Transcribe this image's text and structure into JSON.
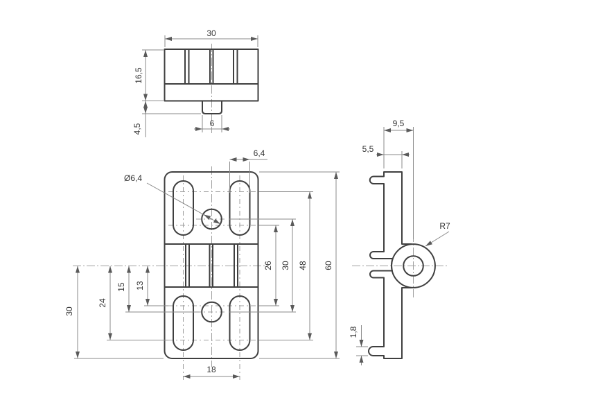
{
  "title": "bracket-three-view-technical-drawing",
  "labels": {
    "top_view": {
      "width": "30",
      "height": "16,5",
      "tab_height": "4,5",
      "tab_width": "6"
    },
    "front_view": {
      "slot_width": "6,4",
      "hole_diameter": "Ø6,4",
      "slot_inner_span": "26",
      "hole_span": "30",
      "slot_outer_span": "48",
      "total_height": "60",
      "half_slot_inner": "13",
      "half_hole": "15",
      "half_slot_outer": "24",
      "half_height": "30",
      "slot_spacing": "18"
    },
    "side_view": {
      "boss_center_offset": "9,5",
      "plate_thickness": "5,5",
      "boss_radius": "R7",
      "pin_thickness": "1,8"
    }
  },
  "colors": {
    "outline": "#3f3f3f",
    "dimension_line": "#8a8a8a",
    "centerline": "#9f9f9f",
    "text": "#333333",
    "background": "#ffffff"
  }
}
